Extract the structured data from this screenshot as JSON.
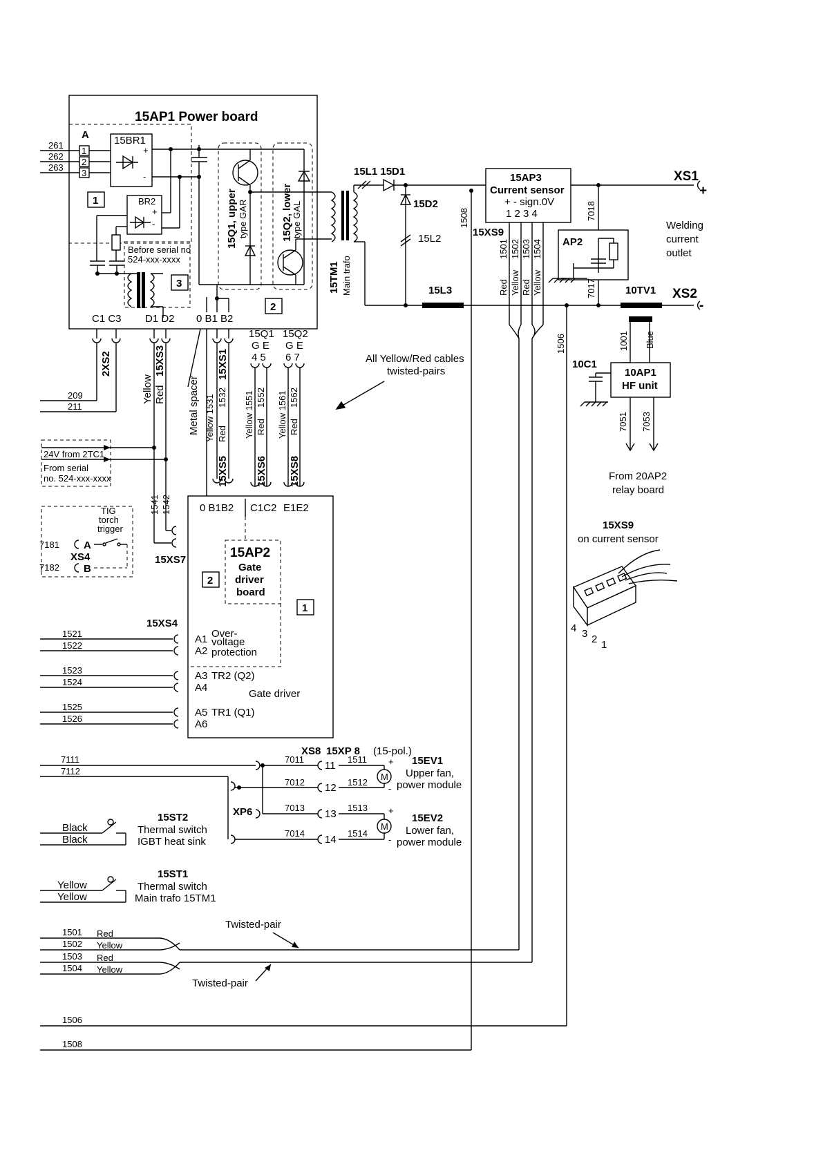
{
  "labels": {
    "power_board": "15AP1 Power board",
    "a_block": "A",
    "br1": "15BR1",
    "br2": "BR2",
    "in_261": "261",
    "in_262": "262",
    "in_263": "263",
    "pin1": "1",
    "pin2": "2",
    "pin3": "3",
    "box1": "1",
    "box2": "2",
    "box3": "3",
    "before_serial_1": "Before serial no",
    "before_serial_2": "524-xxx-xxxx",
    "q1": "15Q1, upper",
    "q1_type": "type GAR",
    "q2": "15Q2, lower",
    "q2_type": "type GAL",
    "tm1": "15TM1",
    "tm1_sub": "Main trafo",
    "bottom_pins": "C1 C3",
    "bottom_pins_d": "D1 D2",
    "bottom_pins_b": "0  B1 B2",
    "l1_d1": "15L1 15D1",
    "d2": "15D2",
    "l2": "15L2",
    "l3": "15L3",
    "w1508": "1508",
    "ap3": "15AP3",
    "ap3_sub": "Current sensor",
    "ap3_pins": "+  - sign.0V",
    "ap3_nums": "1  2  3  4",
    "xs9": "15XS9",
    "w1501": "1501",
    "w1502": "1502",
    "w1503": "1503",
    "w1504": "1504",
    "c_red": "Red",
    "c_yellow": "Yellow",
    "ap2": "AP2",
    "w7018": "7018",
    "w7017": "7017",
    "xs1": "XS1",
    "xs2": "XS2",
    "welding1": "Welding",
    "welding2": "current",
    "welding3": "outlet",
    "tv1": "10TV1",
    "w1506": "1506",
    "w1001": "1001",
    "c_blue": "Blue",
    "c1": "10C1",
    "ap1": "10AP1",
    "ap1_sub": "HF unit",
    "w7051": "7051",
    "w7053": "7053",
    "from_relay1": "From 20AP2",
    "from_relay2": "relay board",
    "xs9_pic": "15XS9",
    "xs9_pic_sub": "on current sensor",
    "pic4": "4",
    "pic3": "3",
    "pic2": "2",
    "pic1": "1",
    "twisted_note1": "All Yellow/Red cables",
    "twisted_note2": "twisted-pairs",
    "xs2_conn": "2XS2",
    "xs3": "15XS3",
    "xs1_conn": "15XS1",
    "w209": "209",
    "w211": "211",
    "metal": "Metal spacer",
    "y1531": "Yellow 1531",
    "r1532": "Red",
    "w1532": "1532",
    "q1ge": "15Q1",
    "q1ge2": "G E",
    "q1n": "4  5",
    "q2ge": "15Q2",
    "q2ge2": "G E",
    "q2n": "6  7",
    "y1551": "Yellow 1551",
    "r1552": "Red",
    "w1552": "1552",
    "y1561": "Yellow 1561",
    "r1562": "Red",
    "w1562": "1562",
    "xs5": "15XS5",
    "xs6": "15XS6",
    "xs8c": "15XS8",
    "v24": "24V  from 2TC1",
    "from_serial1": "From serial",
    "from_serial2": "no. 524-xxx-xxxx",
    "w1541": "1541",
    "w1542": "1542",
    "tig1": "TIG",
    "tig2": "torch",
    "tig3": "trigger",
    "w7181": "7181",
    "w7182": "7182",
    "pa": "A",
    "pb": "B",
    "xs4": "XS4",
    "xs7": "15XS7",
    "d2p": "D2",
    "d1p": "D1",
    "ap2_top": "0  B1B2",
    "ap2_c": "C1C2",
    "ap2_e": "E1E2",
    "gate1": "15AP2",
    "gate2": "Gate",
    "gate3": "driver",
    "gate4": "board",
    "xs4_15": "15XS4",
    "w1521": "1521",
    "w1522": "1522",
    "w1523": "1523",
    "w1524": "1524",
    "w1525": "1525",
    "w1526": "1526",
    "a1": "A1",
    "a2": "A2",
    "a3": "A3",
    "a4": "A4",
    "a5": "A5",
    "a6": "A6",
    "over1": "Over-",
    "over2": "voltage",
    "over3": "protection",
    "tr2": "TR2 (Q2)",
    "gate_driver": "Gate driver",
    "tr1": "TR1 (Q1)",
    "xs8": "XS8",
    "xp8": "15XP 8",
    "xp8_sub": "(15-pol.)",
    "w7111": "7111",
    "w7112": "7112",
    "w7011": "7011",
    "w7012": "7012",
    "w7013": "7013",
    "w7014": "7014",
    "n11": "11",
    "n12": "12",
    "n13": "13",
    "n14": "14",
    "w1511": "1511",
    "w1512": "1512",
    "w1513": "1513",
    "w1514": "1514",
    "xp6": "XP6",
    "ev1": "15EV1",
    "ev1_a": "Upper fan,",
    "ev1_b": "power module",
    "ev2": "15EV2",
    "ev2_a": "Lower fan,",
    "ev2_b": "power module",
    "motor": "M",
    "st2": "15ST2",
    "st2_a": "Thermal switch",
    "st2_b": "IGBT heat sink",
    "black1": "Black",
    "black2": "Black",
    "st1": "15ST1",
    "st1_a": "Thermal switch",
    "st1_b": "Main trafo 15TM1",
    "yellow1": "Yellow",
    "yellow2": "Yellow",
    "twisted_pair": "Twisted-pair",
    "b1501": "1501",
    "b1502": "1502",
    "b1503": "1503",
    "b1504": "1504",
    "b_red1": "Red",
    "b_yel1": "Yellow",
    "b_red2": "Red",
    "b_yel2": "Yellow",
    "b1506": "1506",
    "b1508": "1508",
    "plus": "+",
    "minus": "-"
  }
}
